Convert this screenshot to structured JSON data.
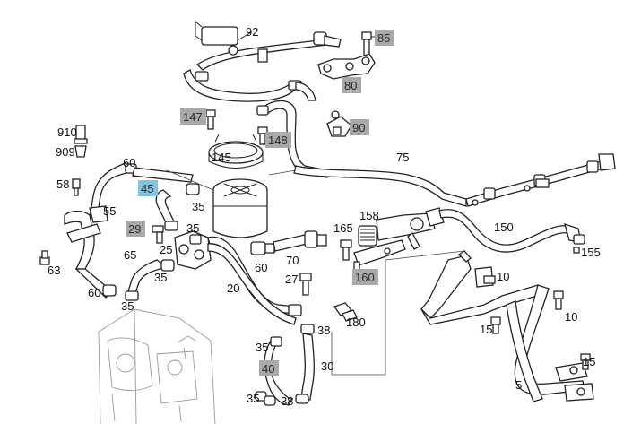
{
  "diagram": {
    "labels": [
      {
        "id": "92",
        "text": "92",
        "boxed": false
      },
      {
        "id": "85",
        "text": "85",
        "boxed": true
      },
      {
        "id": "80",
        "text": "80",
        "boxed": true
      },
      {
        "id": "147",
        "text": "147",
        "boxed": true
      },
      {
        "id": "148",
        "text": "148",
        "boxed": true
      },
      {
        "id": "90",
        "text": "90",
        "boxed": true
      },
      {
        "id": "145",
        "text": "145",
        "boxed": false
      },
      {
        "id": "75",
        "text": "75",
        "boxed": false
      },
      {
        "id": "910",
        "text": "910",
        "boxed": false
      },
      {
        "id": "909",
        "text": "909",
        "boxed": false
      },
      {
        "id": "60a",
        "text": "60",
        "boxed": false
      },
      {
        "id": "58",
        "text": "58",
        "boxed": false
      },
      {
        "id": "45",
        "text": "45",
        "boxed": true,
        "highlight": true
      },
      {
        "id": "35a",
        "text": "35",
        "boxed": false
      },
      {
        "id": "55",
        "text": "55",
        "boxed": false
      },
      {
        "id": "29",
        "text": "29",
        "boxed": true
      },
      {
        "id": "35b",
        "text": "35",
        "boxed": false
      },
      {
        "id": "25",
        "text": "25",
        "boxed": false
      },
      {
        "id": "63",
        "text": "63",
        "boxed": false
      },
      {
        "id": "65",
        "text": "65",
        "boxed": false
      },
      {
        "id": "35c",
        "text": "35",
        "boxed": false
      },
      {
        "id": "60b",
        "text": "60",
        "boxed": false
      },
      {
        "id": "35d",
        "text": "35",
        "boxed": false
      },
      {
        "id": "60c",
        "text": "60",
        "boxed": false
      },
      {
        "id": "70",
        "text": "70",
        "boxed": false
      },
      {
        "id": "20",
        "text": "20",
        "boxed": false
      },
      {
        "id": "27",
        "text": "27",
        "boxed": false
      },
      {
        "id": "158",
        "text": "158",
        "boxed": false
      },
      {
        "id": "165",
        "text": "165",
        "boxed": false
      },
      {
        "id": "150",
        "text": "150",
        "boxed": false
      },
      {
        "id": "155",
        "text": "155",
        "boxed": false
      },
      {
        "id": "160",
        "text": "160",
        "boxed": true
      },
      {
        "id": "10a",
        "text": "10",
        "boxed": false
      },
      {
        "id": "180",
        "text": "180",
        "boxed": false
      },
      {
        "id": "10b",
        "text": "10",
        "boxed": false
      },
      {
        "id": "15a",
        "text": "15",
        "boxed": false
      },
      {
        "id": "38a",
        "text": "38",
        "boxed": false
      },
      {
        "id": "35e",
        "text": "35",
        "boxed": false
      },
      {
        "id": "40",
        "text": "40",
        "boxed": true
      },
      {
        "id": "30",
        "text": "30",
        "boxed": false
      },
      {
        "id": "15b",
        "text": "15",
        "boxed": false
      },
      {
        "id": "5",
        "text": "5",
        "boxed": false
      },
      {
        "id": "35f",
        "text": "35",
        "boxed": false
      },
      {
        "id": "38b",
        "text": "38",
        "boxed": false
      }
    ]
  }
}
